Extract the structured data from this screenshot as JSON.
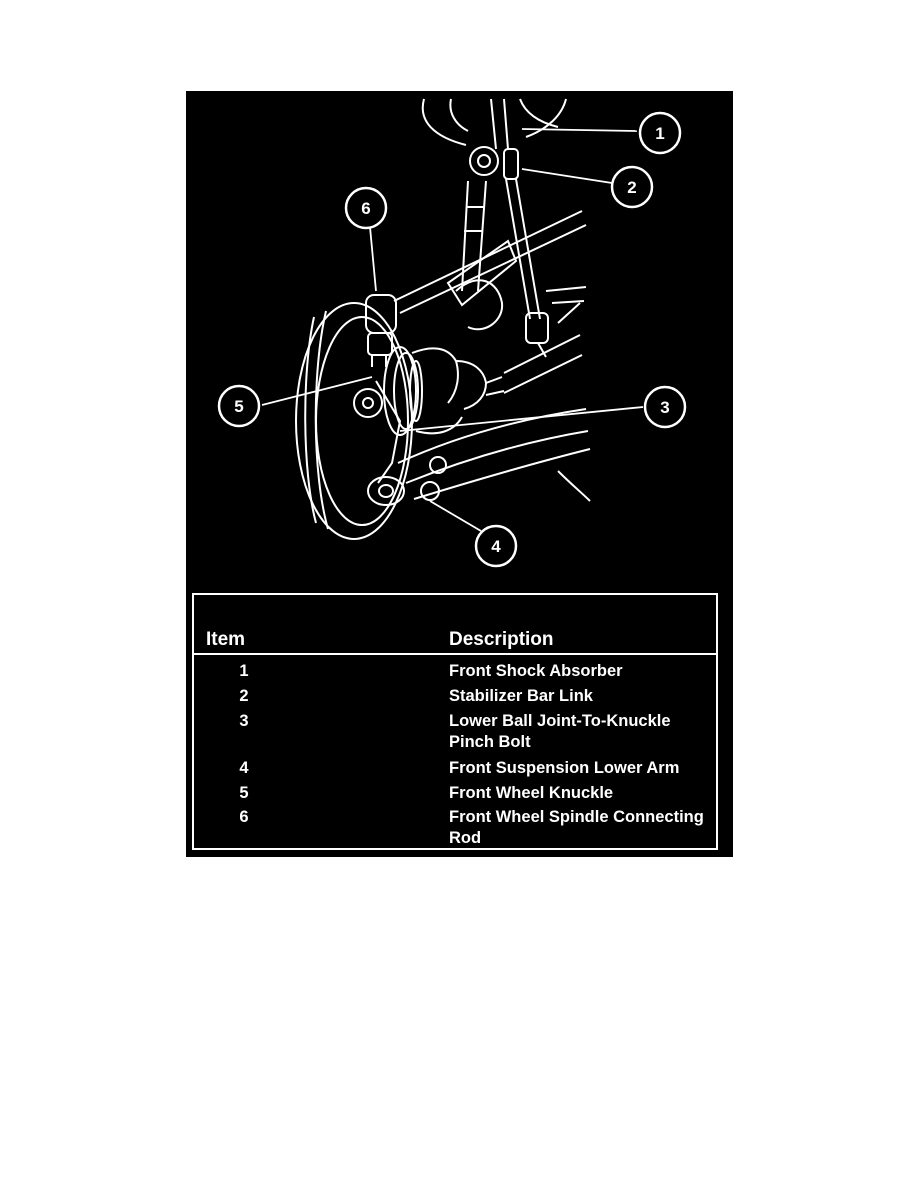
{
  "callouts": [
    "1",
    "2",
    "3",
    "4",
    "5",
    "6"
  ],
  "legend": {
    "header_item": "Item",
    "header_description": "Description",
    "rows": [
      {
        "item": "1",
        "description": "Front Shock Absorber"
      },
      {
        "item": "2",
        "description": "Stabilizer Bar Link"
      },
      {
        "item": "3",
        "description": "Lower Ball Joint-To-Knuckle Pinch Bolt"
      },
      {
        "item": "4",
        "description": "Front Suspension Lower Arm"
      },
      {
        "item": "5",
        "description": "Front Wheel Knuckle"
      },
      {
        "item": "6",
        "description": "Front Wheel Spindle Connecting Rod"
      }
    ]
  },
  "colors": {
    "background": "#000000",
    "linework": "#ffffff"
  }
}
